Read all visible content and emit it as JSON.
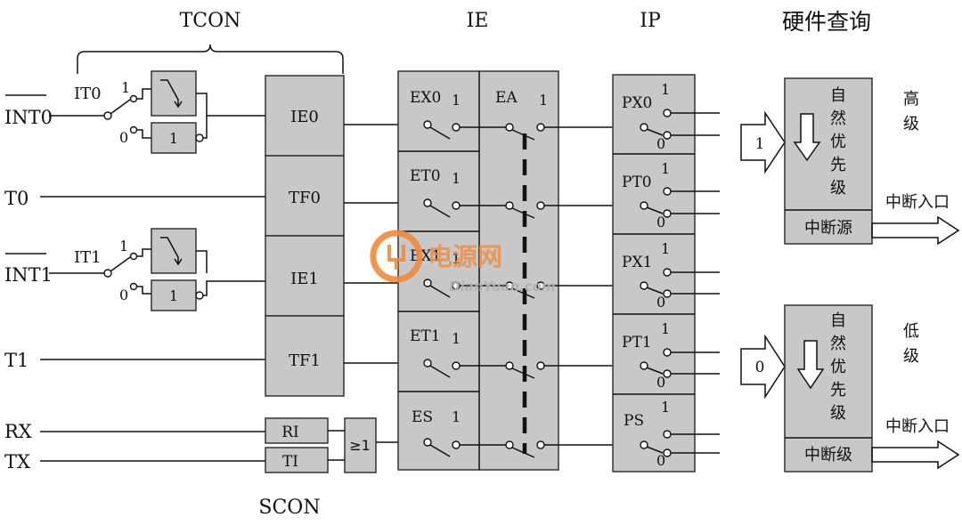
{
  "header": {
    "tcon": "TCON",
    "ie": "IE",
    "ip": "IP",
    "hw": "硬件查询"
  },
  "footer": {
    "scon": "SCON"
  },
  "inputs": {
    "int0": "INT0",
    "t0": "T0",
    "int1": "INT1",
    "t1": "T1",
    "rx": "RX",
    "tx": "TX"
  },
  "tcon_bits": {
    "it0": "IT0",
    "it1": "IT1",
    "one": "1",
    "zero": "0"
  },
  "flags": {
    "ie0": "IE0",
    "tf0": "TF0",
    "ie1": "IE1",
    "tf1": "TF1",
    "ri": "RI",
    "ti": "TI",
    "or_gate": "≥1",
    "not_gate": "1"
  },
  "ie_bits": {
    "ex0": "EX0",
    "et0": "ET0",
    "ex1": "EX1",
    "et1": "ET1",
    "es": "ES",
    "ea": "EA",
    "one": "1"
  },
  "ip_bits": {
    "px0": "PX0",
    "pt0": "PT0",
    "px1": "PX1",
    "pt1": "PT1",
    "ps": "PS",
    "one": "1",
    "zero": "0"
  },
  "high": {
    "label": "高级",
    "priority": "1",
    "chain": "自然优先级",
    "source": "中断源",
    "entry": "中断入口"
  },
  "low": {
    "label": "低级",
    "priority": "0",
    "chain": "自然优先级",
    "source": "中断级",
    "entry": "中断入口"
  },
  "watermark": {
    "cn": "电源网",
    "en": "DianYuan.com"
  },
  "colors": {
    "box_fill": "#c8c8c8",
    "line": "#111111",
    "watermark": "#f08a3c"
  }
}
